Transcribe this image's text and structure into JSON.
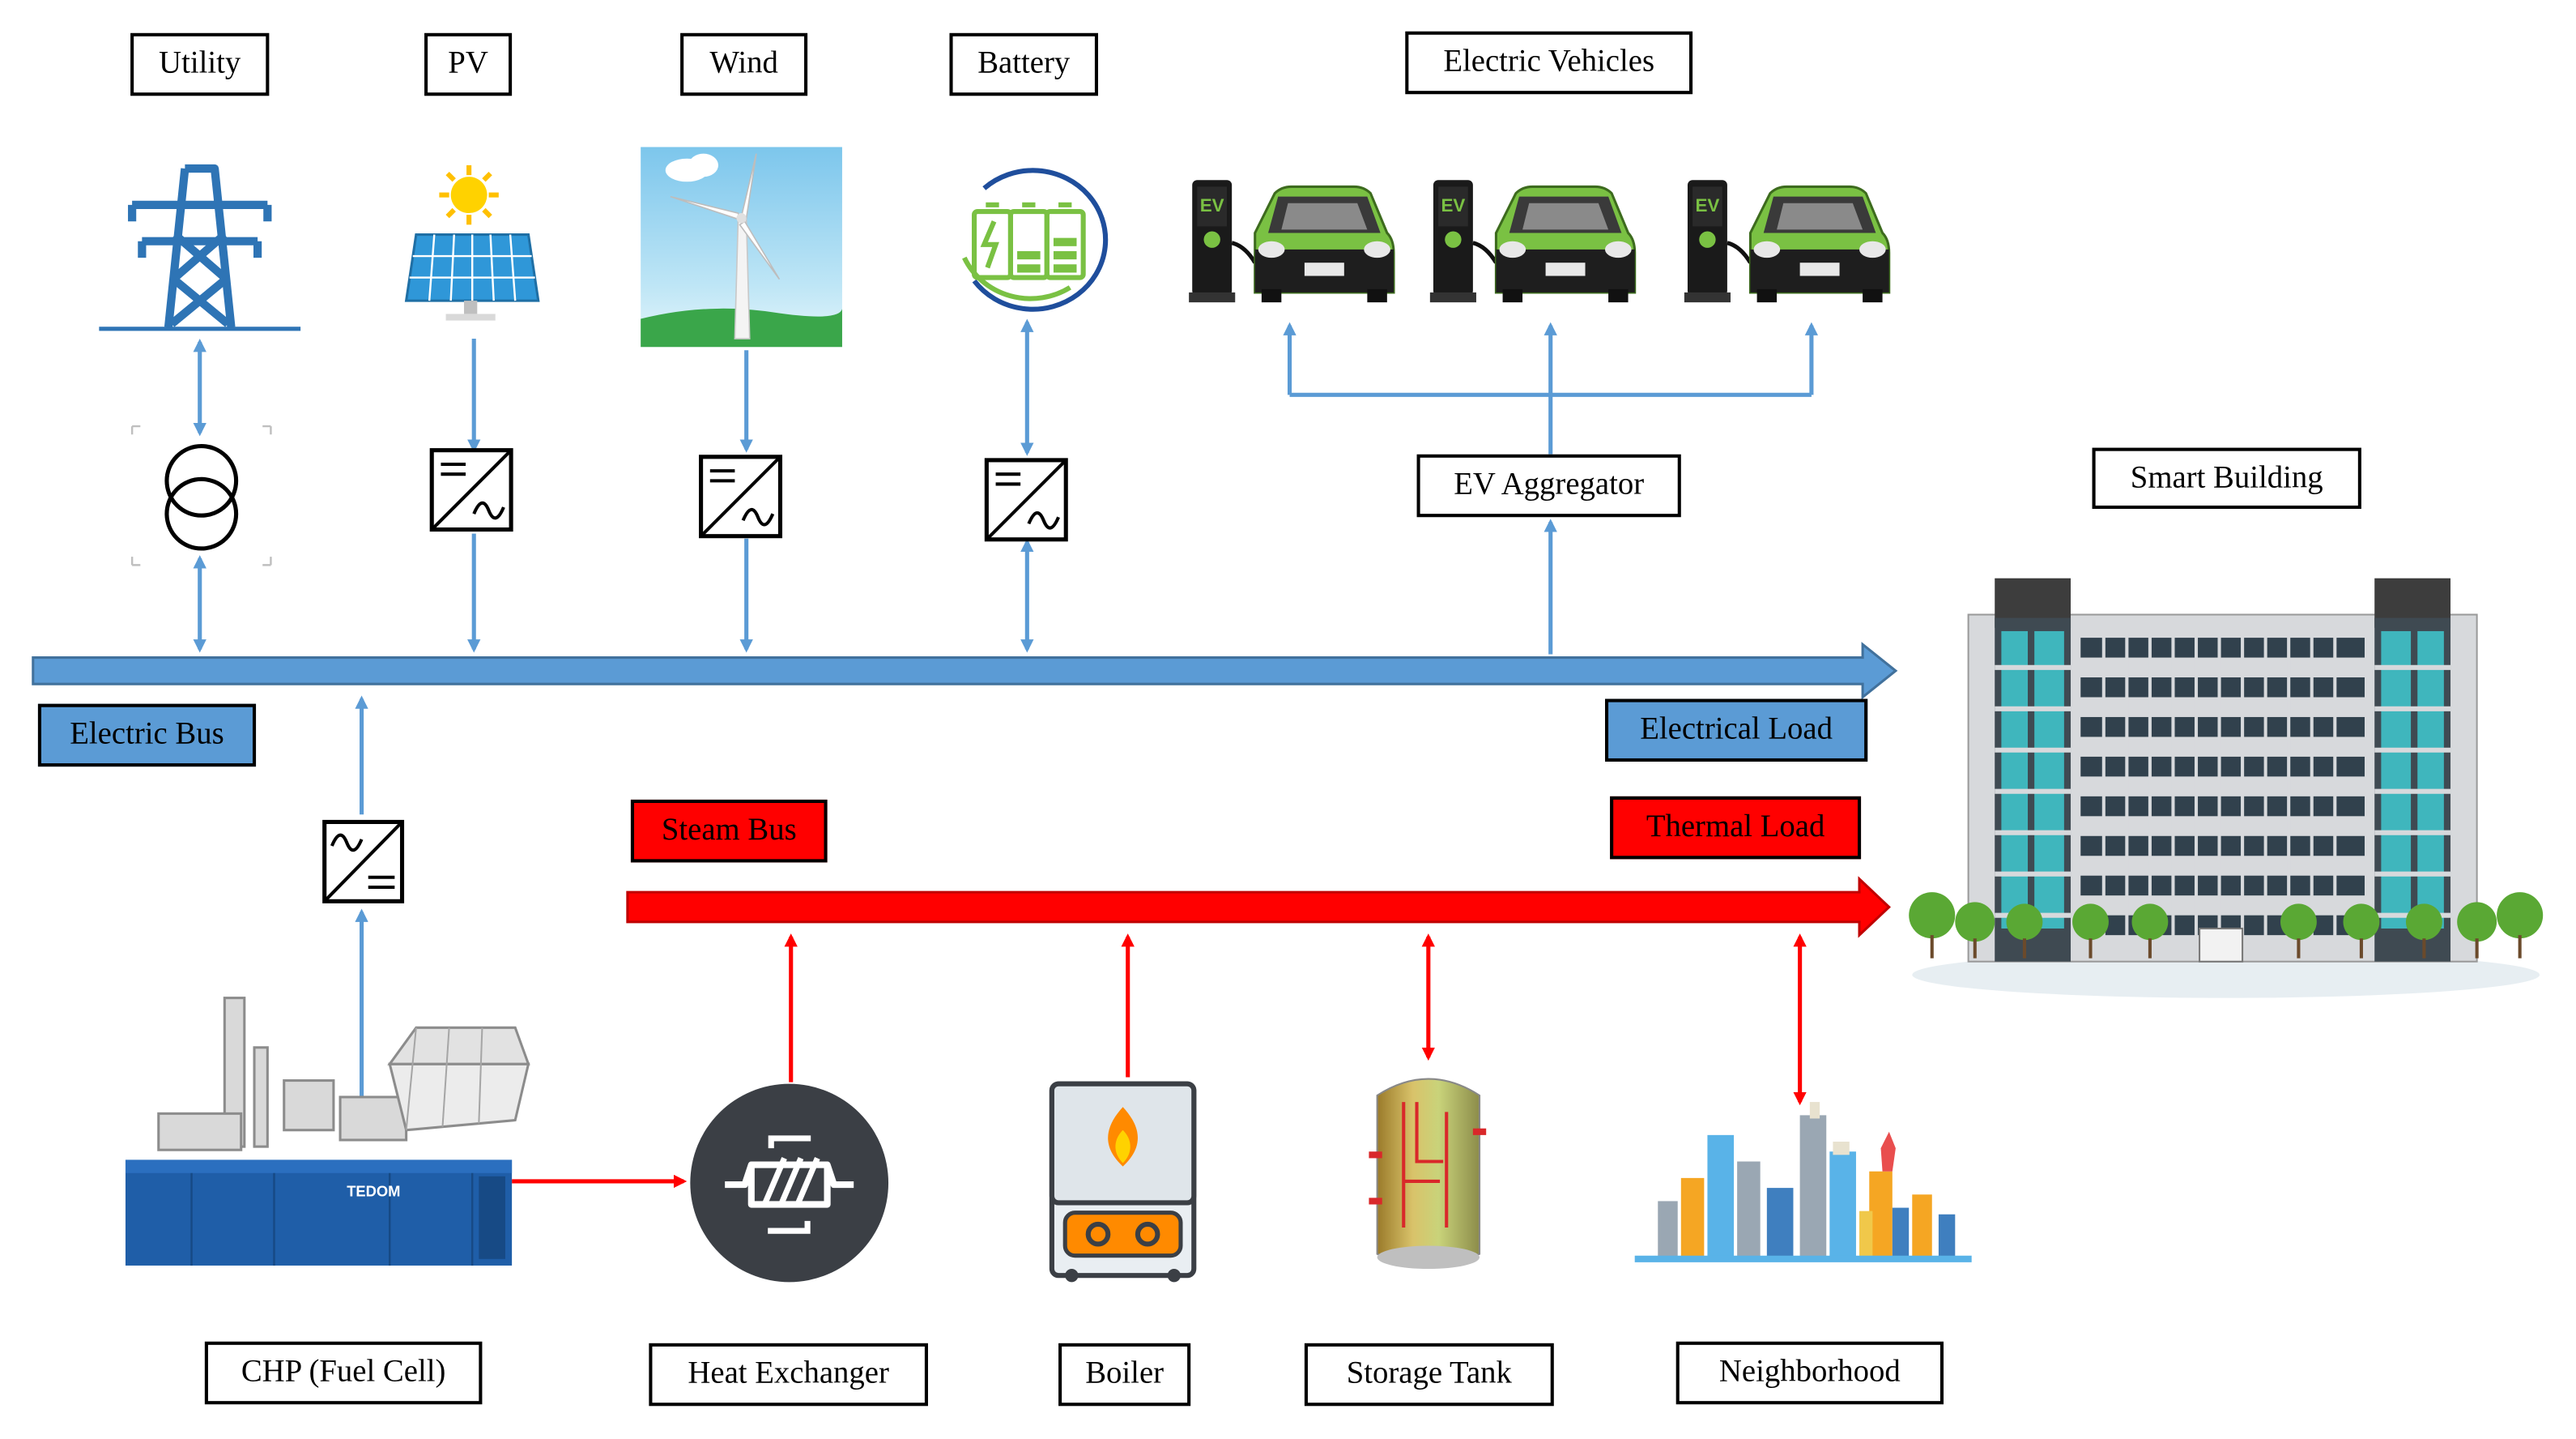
{
  "labels": {
    "utility": "Utility",
    "pv": "PV",
    "wind": "Wind",
    "battery": "Battery",
    "electric_vehicles": "Electric Vehicles",
    "ev_aggregator": "EV Aggregator",
    "smart_building": "Smart Building",
    "electric_bus": "Electric Bus",
    "electrical_load": "Electrical Load",
    "steam_bus": "Steam Bus",
    "thermal_load": "Thermal Load",
    "chp": "CHP (Fuel Cell)",
    "heat_exchanger": "Heat Exchanger",
    "boiler": "Boiler",
    "storage_tank": "Storage Tank",
    "neighborhood": "Neighborhood"
  },
  "icon_text": {
    "ev_badge": "EV",
    "chp_brand": "TEDOM"
  },
  "colors": {
    "electric": "#5b9bd5",
    "steam": "#ff0000",
    "ev_green": "#7ac143"
  },
  "icons": [
    "transmission-tower-icon",
    "solar-panel-icon",
    "wind-turbine-icon",
    "battery-icon",
    "ev-charger-icon",
    "transformer-icon",
    "inverter-icon",
    "building-icon",
    "chp-engine-icon",
    "heat-exchanger-icon",
    "boiler-icon",
    "storage-tank-icon",
    "city-skyline-icon"
  ]
}
